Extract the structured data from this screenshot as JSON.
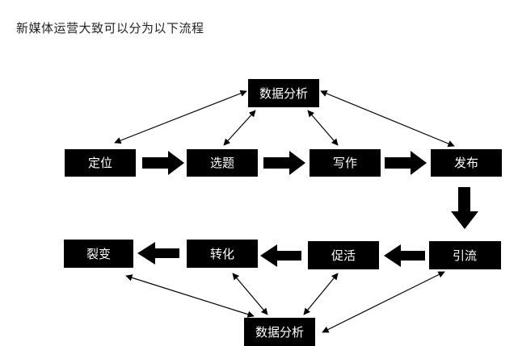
{
  "caption": "新媒体运营大致可以分为以下流程",
  "nodes": {
    "analysis_top": "数据分析",
    "positioning": "定位",
    "topic_selection": "选题",
    "writing": "写作",
    "publishing": "发布",
    "fission": "裂变",
    "conversion": "转化",
    "activation": "促活",
    "traffic": "引流",
    "analysis_bottom": "数据分析"
  },
  "flow": [
    {
      "from": "positioning",
      "to": "topic_selection"
    },
    {
      "from": "topic_selection",
      "to": "writing"
    },
    {
      "from": "writing",
      "to": "publishing"
    },
    {
      "from": "publishing",
      "to": "traffic"
    },
    {
      "from": "traffic",
      "to": "activation"
    },
    {
      "from": "activation",
      "to": "conversion"
    },
    {
      "from": "conversion",
      "to": "fission"
    }
  ],
  "feedback_links": [
    {
      "a": "analysis_top",
      "b": "positioning"
    },
    {
      "a": "analysis_top",
      "b": "topic_selection"
    },
    {
      "a": "analysis_top",
      "b": "writing"
    },
    {
      "a": "analysis_top",
      "b": "publishing"
    },
    {
      "a": "analysis_bottom",
      "b": "fission"
    },
    {
      "a": "analysis_bottom",
      "b": "conversion"
    },
    {
      "a": "analysis_bottom",
      "b": "activation"
    },
    {
      "a": "analysis_bottom",
      "b": "traffic"
    }
  ]
}
